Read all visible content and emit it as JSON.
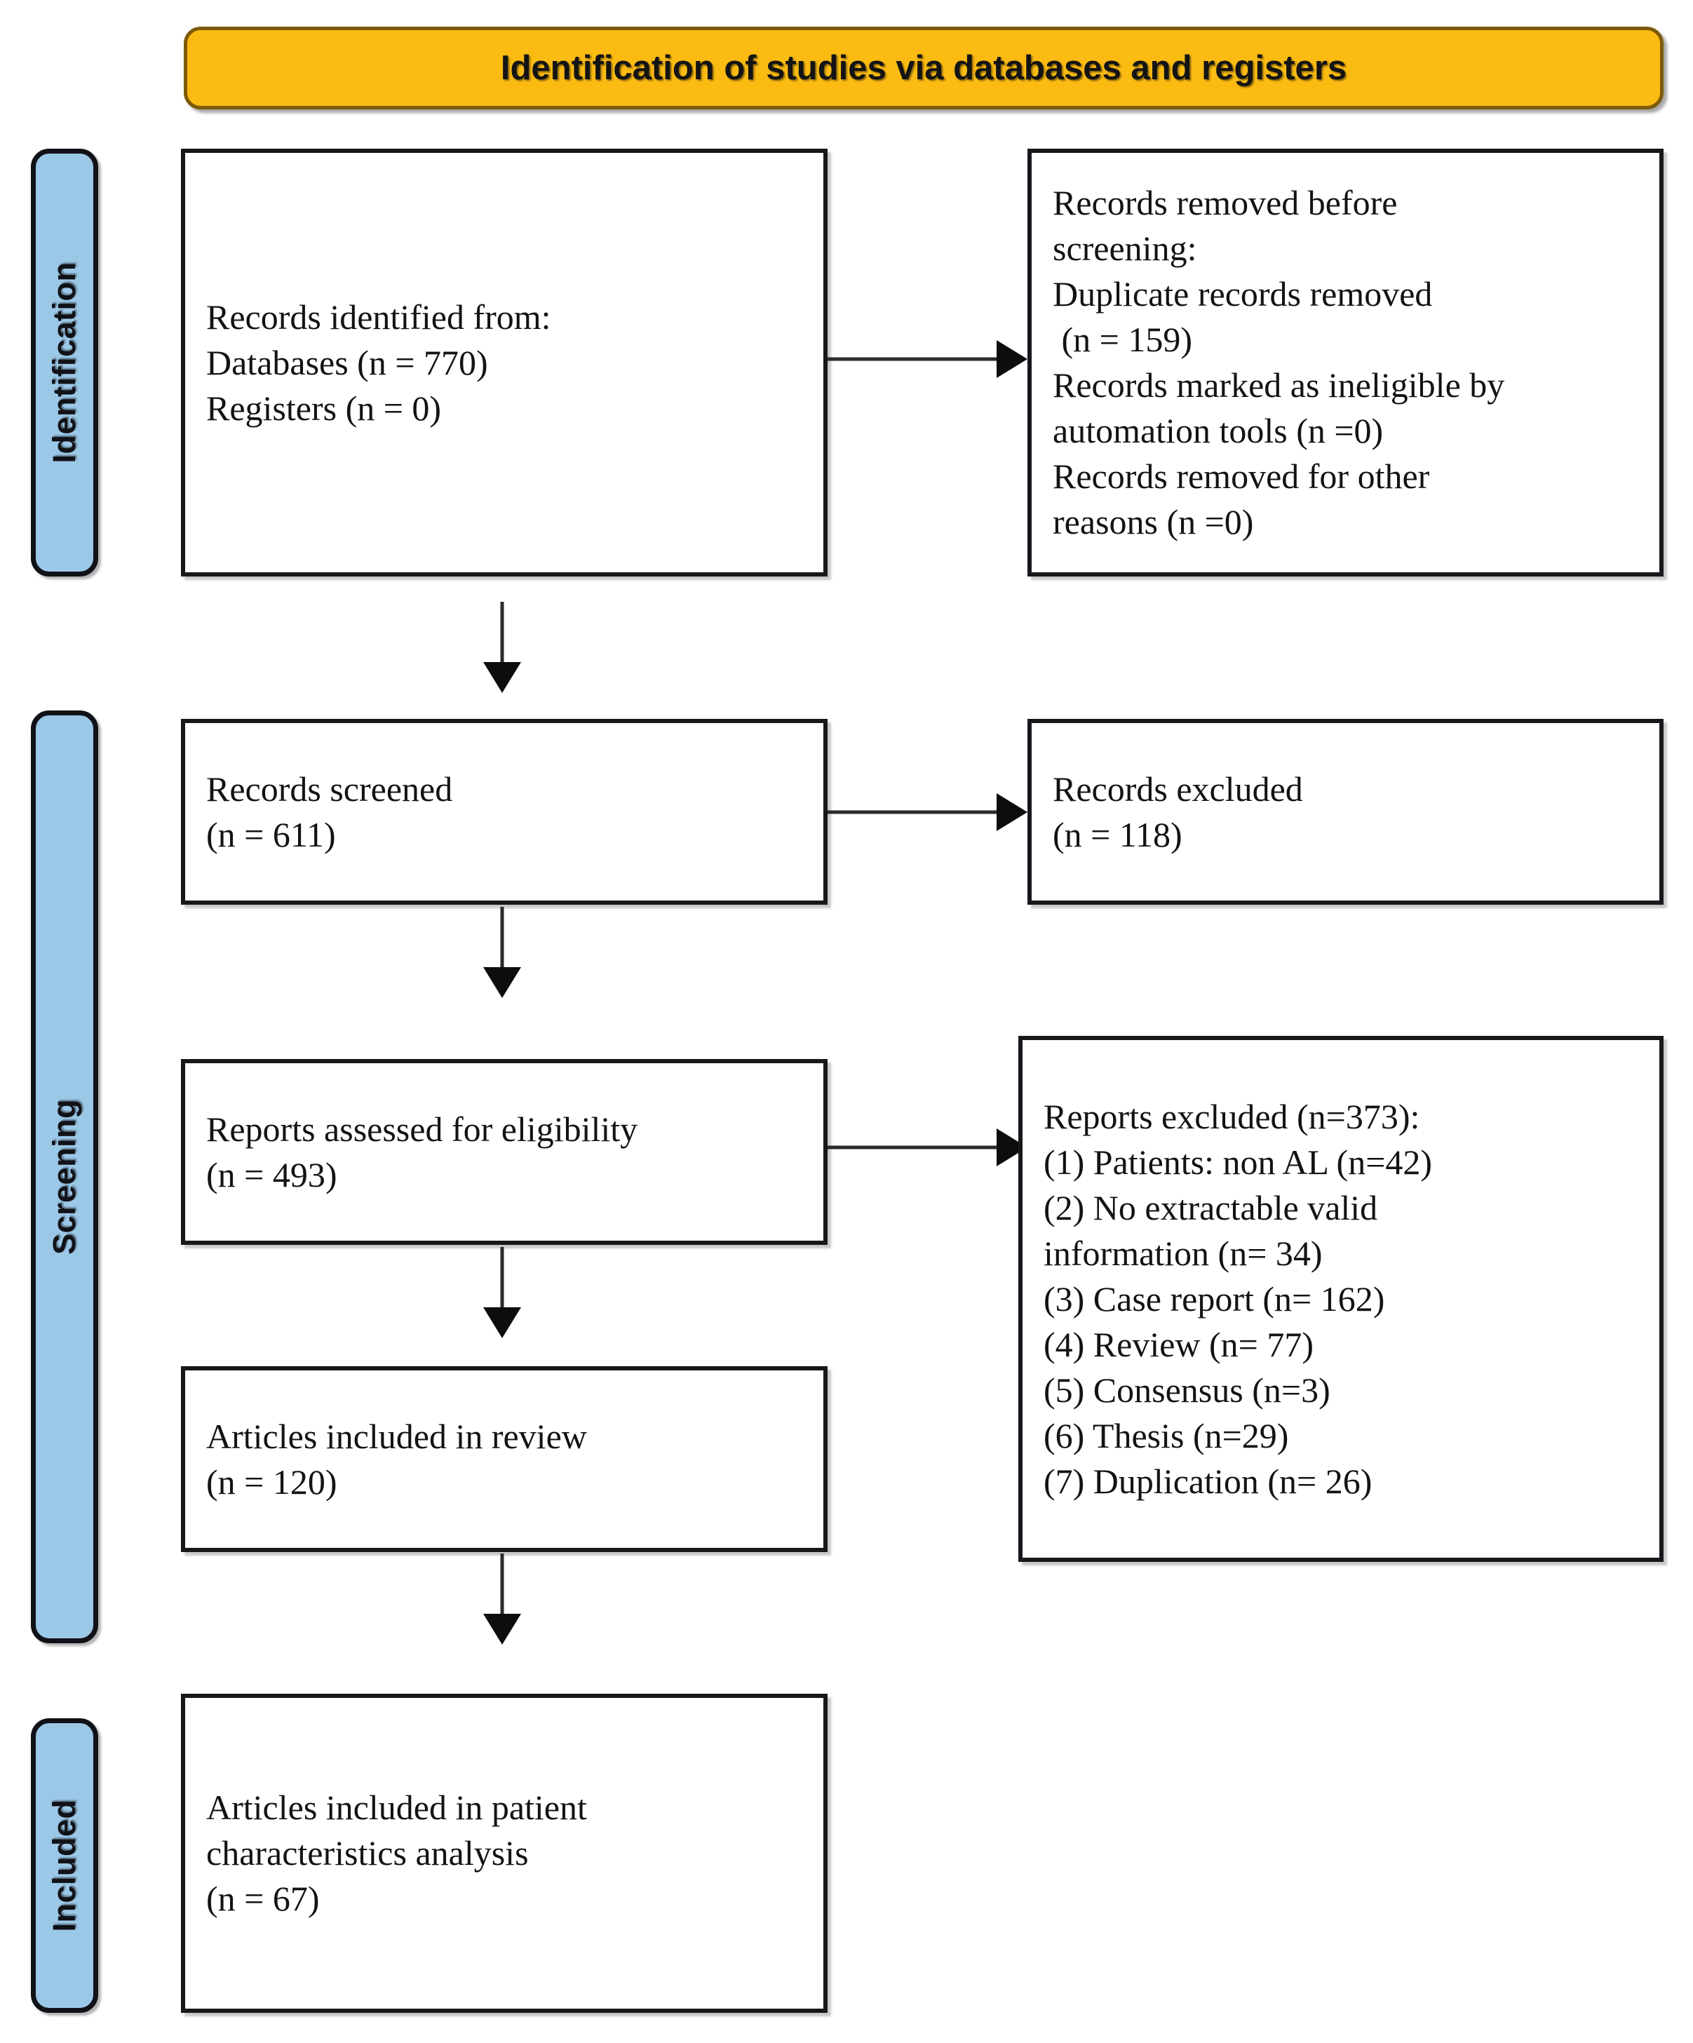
{
  "diagram": {
    "title": "Identification of studies via databases and registers",
    "type": "PRISMA flow diagram",
    "colors": {
      "banner_fill": "#FBBB12",
      "banner_border": "#7D5A06",
      "stage_fill": "#9CC8E8",
      "stage_border": "#111217",
      "box_border": "#17181C",
      "box_fill": "#FFFFFF",
      "arrow": "#0D0D0D"
    }
  },
  "stages": [
    {
      "label": "Identification"
    },
    {
      "label": "Screening"
    },
    {
      "label": "Included"
    }
  ],
  "boxes": {
    "records_identified": {
      "lines": [
        "Records identified from:",
        "Databases (n = 770)",
        "Registers (n = 0)"
      ]
    },
    "records_removed": {
      "lines": [
        "Records removed before",
        "screening:",
        "Duplicate records removed",
        " (n = 159)",
        "Records marked as ineligible by",
        "automation tools (n =0)",
        "Records removed for other",
        "reasons (n =0)"
      ]
    },
    "records_screened": {
      "lines": [
        "Records screened",
        "(n = 611)"
      ]
    },
    "records_excluded": {
      "lines": [
        "Records excluded",
        "(n = 118)"
      ]
    },
    "reports_assessed": {
      "lines": [
        "Reports assessed for eligibility",
        "(n = 493)"
      ]
    },
    "reports_excluded": {
      "lines": [
        "Reports excluded (n=373):",
        "(1) Patients: non AL (n=42)",
        "(2) No extractable valid",
        "information (n= 34)",
        "(3) Case report (n= 162)",
        "(4) Review (n= 77)",
        "(5) Consensus (n=3)",
        "(6) Thesis (n=29)",
        "(7) Duplication (n= 26)"
      ]
    },
    "articles_in_review": {
      "lines": [
        "Articles included in review",
        "(n = 120)"
      ]
    },
    "articles_in_analysis": {
      "lines": [
        "Articles included in patient",
        "characteristics analysis",
        "(n = 67)"
      ]
    }
  },
  "counts": {
    "databases": 770,
    "registers": 0,
    "duplicates_removed": 159,
    "ineligible_automation": 0,
    "removed_other": 0,
    "screened": 611,
    "excluded_screening": 118,
    "assessed_eligibility": 493,
    "reports_excluded_total": 373,
    "excl_non_al": 42,
    "excl_no_valid_info": 34,
    "excl_case_report": 162,
    "excl_review": 77,
    "excl_consensus": 3,
    "excl_thesis": 29,
    "excl_duplication": 26,
    "included_review": 120,
    "included_analysis": 67
  }
}
